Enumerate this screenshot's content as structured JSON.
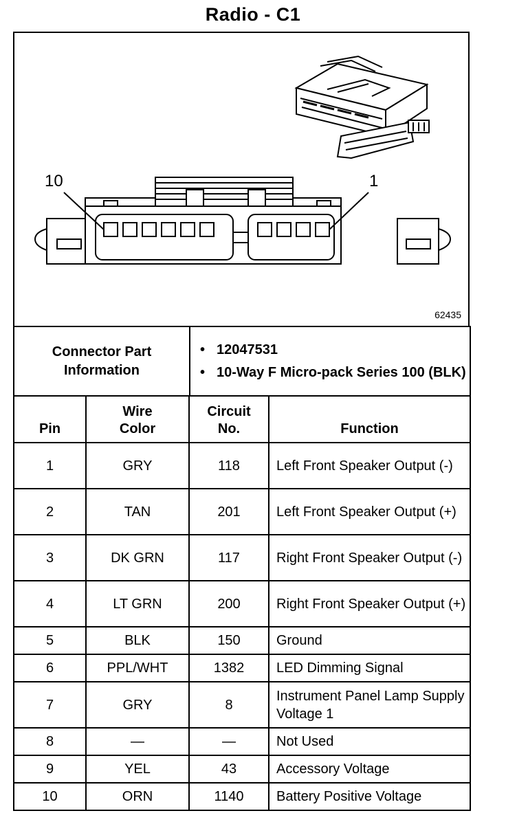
{
  "title": "Radio - C1",
  "diagram": {
    "figure_number": "62435",
    "pin_label_left": "10",
    "pin_label_right": "1"
  },
  "connector_info": {
    "label": "Connector Part Information",
    "bullet": "•",
    "parts": [
      "12047531",
      "10-Way F Micro-pack Series 100 (BLK)"
    ]
  },
  "table": {
    "headers": {
      "pin": "Pin",
      "wire_color": "Wire Color",
      "circuit": "Circuit No.",
      "function": "Function"
    },
    "rows": [
      {
        "pin": "1",
        "color": "GRY",
        "circuit": "118",
        "function": "Left Front Speaker Output (-)"
      },
      {
        "pin": "2",
        "color": "TAN",
        "circuit": "201",
        "function": "Left Front Speaker Output (+)"
      },
      {
        "pin": "3",
        "color": "DK GRN",
        "circuit": "117",
        "function": "Right Front Speaker Output (-)"
      },
      {
        "pin": "4",
        "color": "LT GRN",
        "circuit": "200",
        "function": "Right Front Speaker Output (+)"
      },
      {
        "pin": "5",
        "color": "BLK",
        "circuit": "150",
        "function": "Ground"
      },
      {
        "pin": "6",
        "color": "PPL/WHT",
        "circuit": "1382",
        "function": "LED Dimming Signal"
      },
      {
        "pin": "7",
        "color": "GRY",
        "circuit": "8",
        "function": "Instrument Panel Lamp Supply Voltage 1"
      },
      {
        "pin": "8",
        "color": "—",
        "circuit": "—",
        "function": "Not Used"
      },
      {
        "pin": "9",
        "color": "YEL",
        "circuit": "43",
        "function": "Accessory Voltage"
      },
      {
        "pin": "10",
        "color": "ORN",
        "circuit": "1140",
        "function": "Battery Positive Voltage"
      }
    ]
  }
}
